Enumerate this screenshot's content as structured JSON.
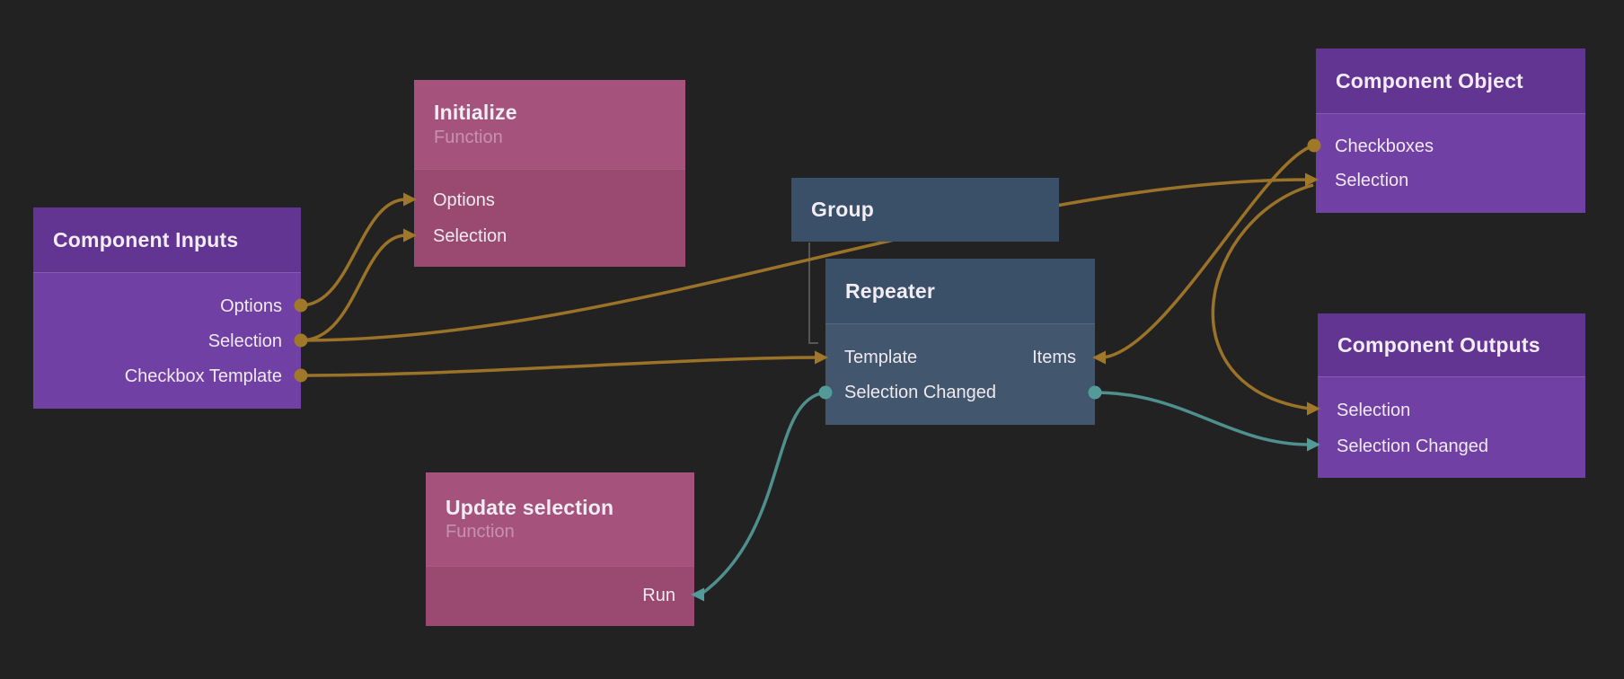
{
  "app": {
    "name": "node-graph-editor",
    "background": "#232222"
  },
  "colors": {
    "data_wire": "#9a7329",
    "data_connector": "#9f782a",
    "signal_wire": "#4e908d",
    "signal_connector": "#529b98",
    "hierarchy_line": "#565656",
    "purple_node_header": "#623593",
    "purple_node_body": "#7040a5",
    "pink_node_header": "#a5537d",
    "pink_node_body": "#9a4a71",
    "blue_node_header": "#3a4f68",
    "blue_node_body": "#42566d"
  },
  "nodes": [
    {
      "id": "component-inputs",
      "title": "Component Inputs",
      "subtitle": "",
      "ports": [
        {
          "label": "Options",
          "side": "right",
          "connector": "source-dot",
          "wire": "data"
        },
        {
          "label": "Selection",
          "side": "right",
          "connector": "source-dot",
          "wire": "data"
        },
        {
          "label": "Checkbox Template",
          "side": "right",
          "connector": "source-dot",
          "wire": "data"
        }
      ]
    },
    {
      "id": "initialize",
      "title": "Initialize",
      "subtitle": "Function",
      "ports": [
        {
          "label": "Options",
          "side": "left",
          "connector": "target-arrow",
          "wire": "data"
        },
        {
          "label": "Selection",
          "side": "left",
          "connector": "target-arrow",
          "wire": "data"
        }
      ]
    },
    {
      "id": "group",
      "title": "Group",
      "subtitle": "",
      "ports": []
    },
    {
      "id": "repeater",
      "title": "Repeater",
      "subtitle": "",
      "ports": [
        {
          "label": "Template",
          "side": "left",
          "connector": "target-arrow",
          "wire": "data"
        },
        {
          "label": "Items",
          "side": "right",
          "connector": "target-arrow",
          "wire": "data"
        },
        {
          "label": "Selection Changed",
          "side": "both",
          "connector": "source-dot",
          "wire": "signal"
        }
      ]
    },
    {
      "id": "update-selection",
      "title": "Update selection",
      "subtitle": "Function",
      "ports": [
        {
          "label": "Run",
          "side": "right",
          "connector": "target-arrow",
          "wire": "signal"
        }
      ]
    },
    {
      "id": "component-object",
      "title": "Component Object",
      "subtitle": "",
      "ports": [
        {
          "label": "Checkboxes",
          "side": "left",
          "connector": "source-dot",
          "wire": "data"
        },
        {
          "label": "Selection",
          "side": "left",
          "connector": "target-arrow",
          "wire": "data"
        }
      ]
    },
    {
      "id": "component-outputs",
      "title": "Component Outputs",
      "subtitle": "",
      "ports": [
        {
          "label": "Selection",
          "side": "left",
          "connector": "target-arrow",
          "wire": "data"
        },
        {
          "label": "Selection Changed",
          "side": "left",
          "connector": "target-arrow",
          "wire": "signal"
        }
      ]
    }
  ],
  "connections": [
    {
      "from": "Component Inputs.Options",
      "to": "Initialize.Options",
      "kind": "data"
    },
    {
      "from": "Component Inputs.Selection",
      "to": "Initialize.Selection",
      "kind": "data"
    },
    {
      "from": "Component Inputs.Selection",
      "to": "Component Object.Selection",
      "kind": "data"
    },
    {
      "from": "Component Inputs.Checkbox Template",
      "to": "Repeater.Template",
      "kind": "data"
    },
    {
      "from": "Component Object.Checkboxes",
      "to": "Repeater.Items",
      "kind": "data"
    },
    {
      "from": "Component Object.Selection",
      "to": "Component Outputs.Selection",
      "kind": "data"
    },
    {
      "from": "Repeater.Selection Changed",
      "to": "Update selection.Run",
      "kind": "signal"
    },
    {
      "from": "Repeater.Selection Changed",
      "to": "Component Outputs.Selection Changed",
      "kind": "signal"
    },
    {
      "from": "Group",
      "to": "Repeater",
      "kind": "visual-hierarchy"
    }
  ]
}
